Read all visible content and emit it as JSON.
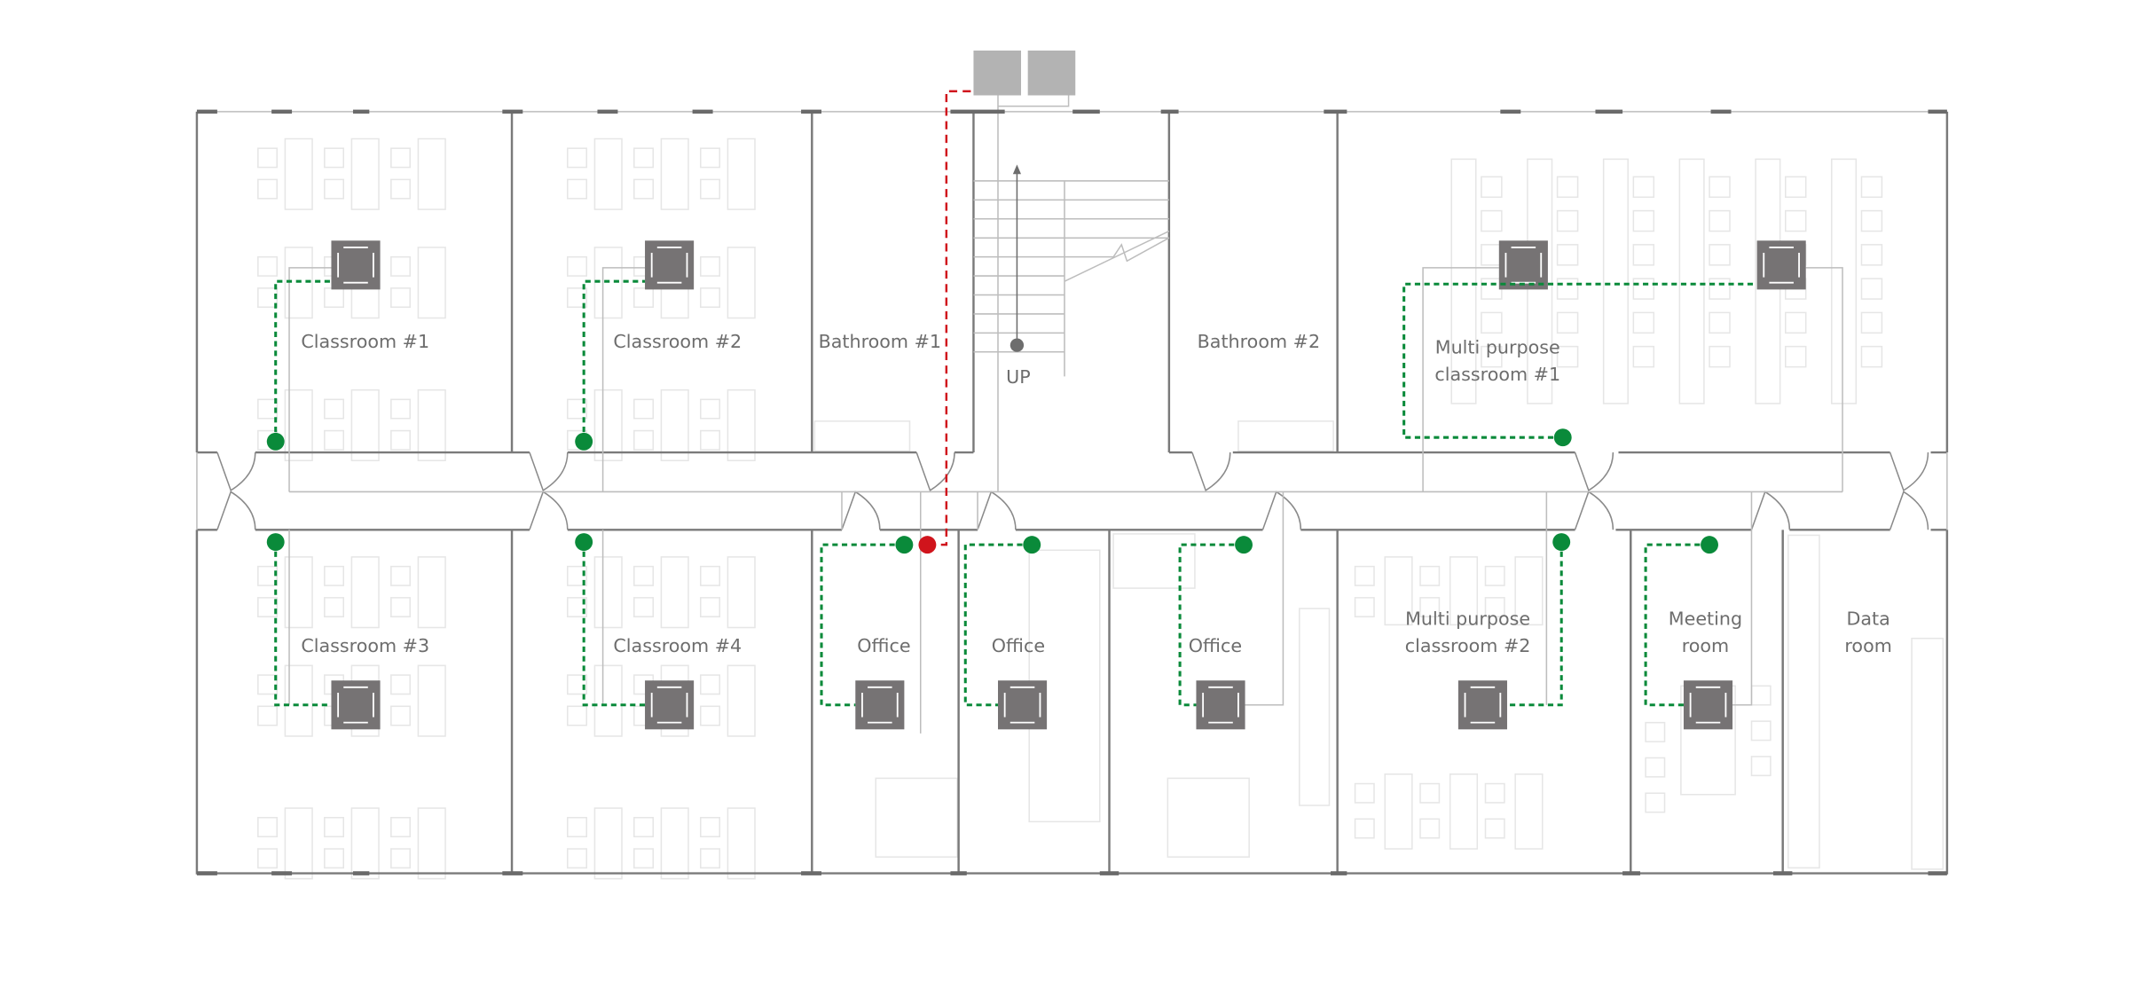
{
  "floor_plan": {
    "rooms": [
      {
        "id": "classroom-1",
        "label": "Classroom #1"
      },
      {
        "id": "classroom-2",
        "label": "Classroom #2"
      },
      {
        "id": "bathroom-1",
        "label": "Bathroom #1"
      },
      {
        "id": "stairs",
        "label": "UP"
      },
      {
        "id": "bathroom-2",
        "label": "Bathroom #2"
      },
      {
        "id": "multi-purpose-1",
        "label": "Multi purpose",
        "label2": "classroom #1"
      },
      {
        "id": "classroom-3",
        "label": "Classroom #3"
      },
      {
        "id": "classroom-4",
        "label": "Classroom #4"
      },
      {
        "id": "office-1",
        "label": "Office"
      },
      {
        "id": "office-2",
        "label": "Office"
      },
      {
        "id": "office-3",
        "label": "Office"
      },
      {
        "id": "multi-purpose-2",
        "label": "Multi purpose",
        "label2": "classroom #2"
      },
      {
        "id": "meeting-room",
        "label": "Meeting",
        "label2": "room"
      },
      {
        "id": "data-room",
        "label": "Data",
        "label2": "room"
      }
    ],
    "status_colors": {
      "online": "#0a8a3a",
      "offline": "#d0141c",
      "device": "#767374",
      "gateway": "#b3b3b3"
    },
    "device_count": 11,
    "sensor_status": [
      "online",
      "online",
      "online",
      "online",
      "online",
      "online",
      "online",
      "online",
      "online",
      "online",
      "offline"
    ]
  }
}
